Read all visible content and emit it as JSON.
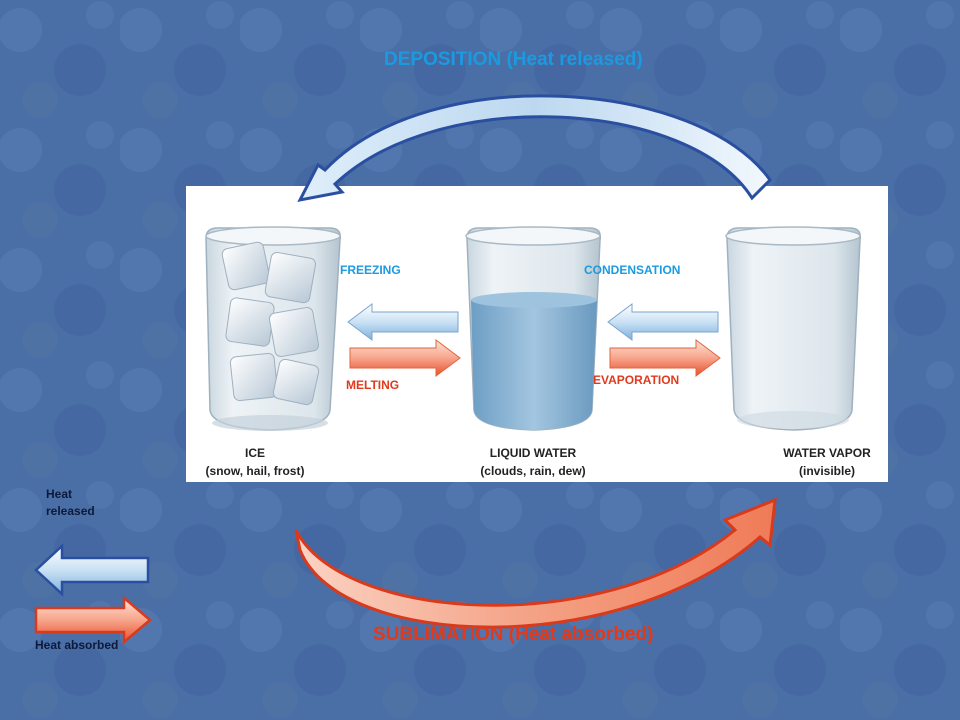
{
  "title_top": "DEPOSITION (Heat released)",
  "title_bottom": "SUBLIMATION (Heat absorbed)",
  "processes": {
    "freezing": "FREEZING",
    "melting": "MELTING",
    "condensation": "CONDENSATION",
    "evaporation": "EVAPORATION"
  },
  "states": {
    "ice": {
      "name": "ICE",
      "examples": "(snow, hail, frost)"
    },
    "liquid": {
      "name": "LIQUID WATER",
      "examples": "(clouds, rain, dew)"
    },
    "vapor": {
      "name": "WATER VAPOR",
      "examples": "(invisible)"
    }
  },
  "legend": {
    "released_line1": "Heat",
    "released_line2": "released",
    "absorbed": "Heat absorbed"
  },
  "colors": {
    "background": "#4a6ea6",
    "released": "#1a9be0",
    "absorbed": "#e03a1c",
    "panel": "#ffffff"
  },
  "icons": [
    "ice-beaker-icon",
    "liquid-beaker-icon",
    "vapor-beaker-icon",
    "blue-arrow-left-icon",
    "red-arrow-right-icon"
  ]
}
